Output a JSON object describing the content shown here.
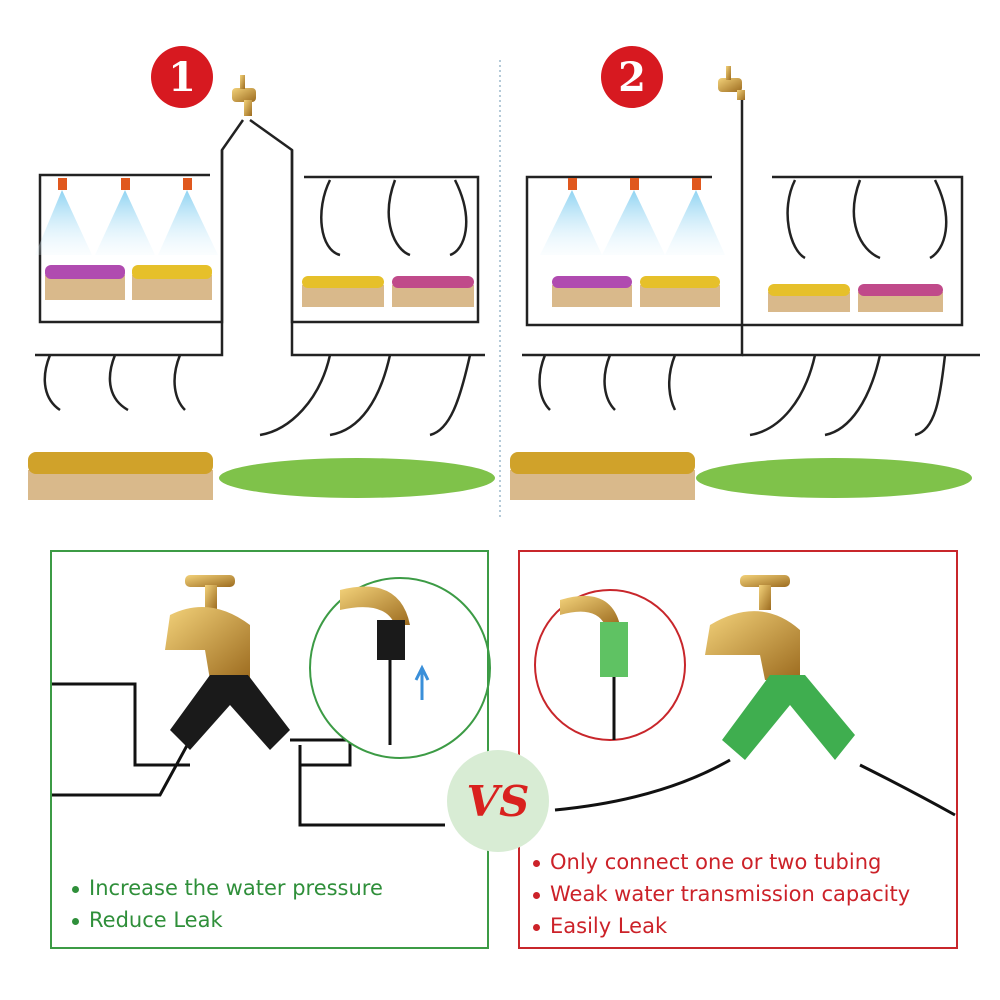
{
  "badges": {
    "left": "1",
    "right": "2"
  },
  "vs_label": "VS",
  "good_panel": {
    "bullets": [
      "Increase the water pressure",
      "Reduce Leak"
    ],
    "accent": "#3c9b45"
  },
  "bad_panel": {
    "bullets": [
      "Only connect one or two tubing",
      "Weak water transmission capacity",
      "Easily Leak"
    ],
    "accent": "#c8262b"
  }
}
